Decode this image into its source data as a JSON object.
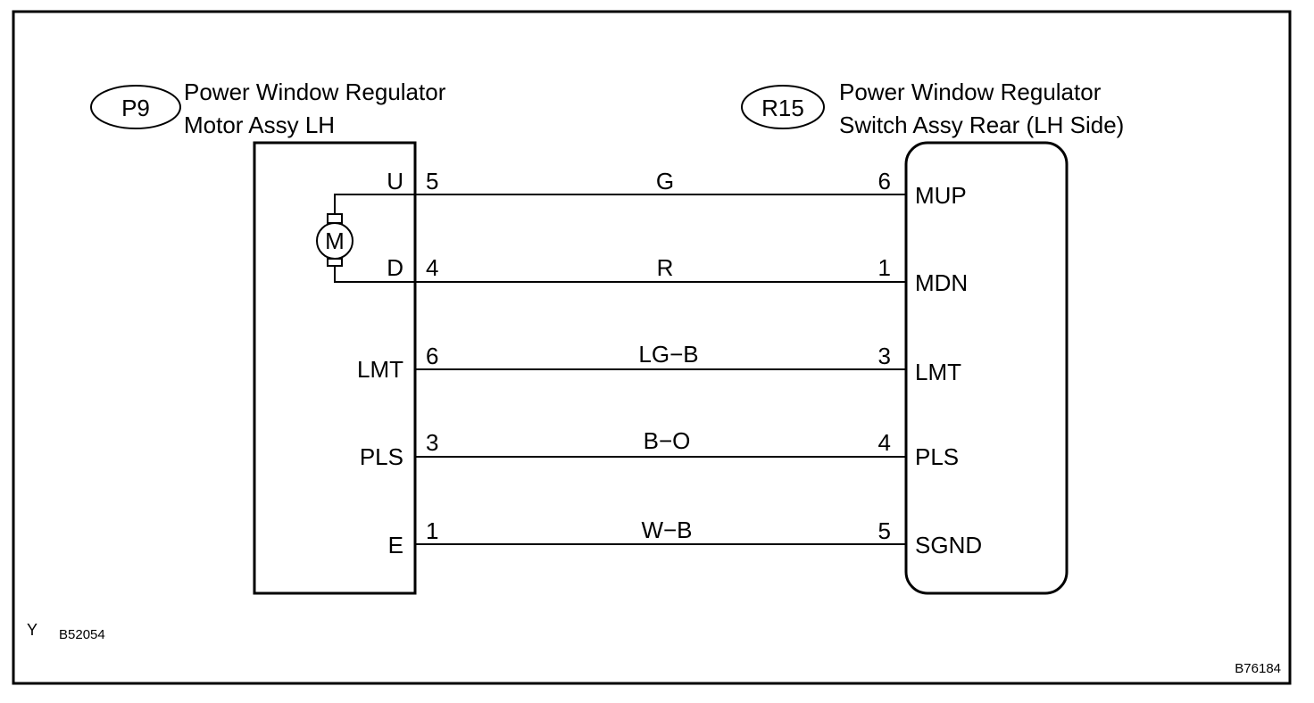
{
  "left_component": {
    "id": "P9",
    "name_line1": "Power Window Regulator",
    "name_line2": "Motor Assy LH",
    "motor_symbol": "M"
  },
  "right_component": {
    "id": "R15",
    "name_line1": "Power Window Regulator",
    "name_line2": "Switch Assy Rear (LH Side)"
  },
  "wires": [
    {
      "left_terminal": "U",
      "left_pin": "5",
      "color": "G",
      "right_pin": "6",
      "right_terminal": "MUP"
    },
    {
      "left_terminal": "D",
      "left_pin": "4",
      "color": "R",
      "right_pin": "1",
      "right_terminal": "MDN"
    },
    {
      "left_terminal": "LMT",
      "left_pin": "6",
      "color": "LG−B",
      "right_pin": "3",
      "right_terminal": "LMT"
    },
    {
      "left_terminal": "PLS",
      "left_pin": "3",
      "color": "B−O",
      "right_pin": "4",
      "right_terminal": "PLS"
    },
    {
      "left_terminal": "E",
      "left_pin": "1",
      "color": "W−B",
      "right_pin": "5",
      "right_terminal": "SGND"
    }
  ],
  "footer": {
    "corner_mark": "Y",
    "code_left": "B52054",
    "code_right": "B76184"
  }
}
